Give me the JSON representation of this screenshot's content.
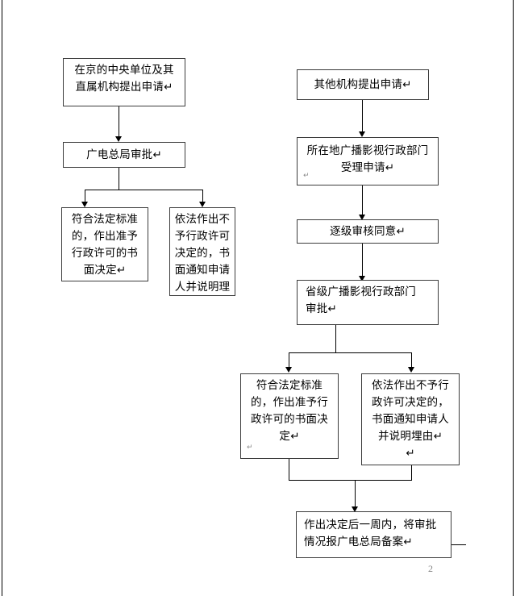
{
  "document": {
    "page_number": "2",
    "type": "flowchart"
  },
  "flow": {
    "left_branch": {
      "start": "在京的中央单位及其\n直属机构提出申请↵",
      "approval": "广电总局审批↵",
      "outcome_approve": "符合法定标准\n的，作出准予\n行政许可的书\n面决定↵",
      "outcome_reject": "依法作出不\n予行政许可\n决定的，书\n面通知申请\n人并说明理"
    },
    "right_branch": {
      "start": "其他机构提出申请↵",
      "accept": "所在地广播影视行政部门\n受理申请↵",
      "review": "逐级审核同意↵",
      "provincial_approval": "省级广播影视行政部门\n审批↵",
      "outcome_approve": "符合法定标准\n的，作出准予行\n政许可的书面决\n定↵",
      "outcome_reject": "依法作出不予行\n政许可决定的，\n书面通知申请人\n并说明埋由↵\n↵",
      "final": "作出决定后一周内，将审批\n情况报广电总局备案↵"
    }
  },
  "marks": {
    "accept_mark": "↵",
    "approve_mark": "↵"
  }
}
